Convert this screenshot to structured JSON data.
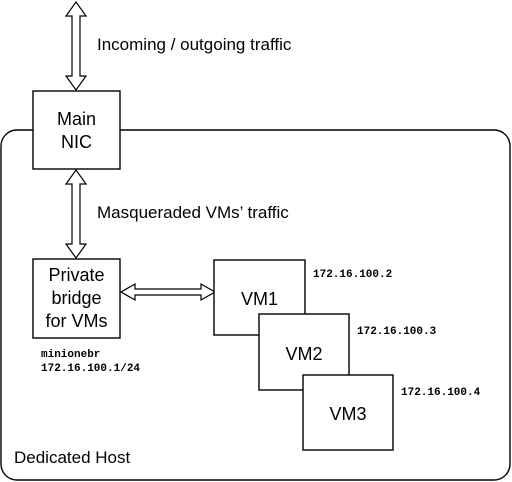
{
  "labels": {
    "incoming": "Incoming / outgoing traffic",
    "masqueraded": "Masqueraded VMs’ traffic",
    "host": "Dedicated Host"
  },
  "nic": {
    "line1": "Main",
    "line2": "NIC"
  },
  "bridge": {
    "line1": "Private",
    "line2": "bridge",
    "line3": "for VMs",
    "name": "minionebr",
    "cidr": "172.16.100.1/24"
  },
  "vms": [
    {
      "name": "VM1",
      "ip": "172.16.100.2"
    },
    {
      "name": "VM2",
      "ip": "172.16.100.3"
    },
    {
      "name": "VM3",
      "ip": "172.16.100.4"
    }
  ]
}
